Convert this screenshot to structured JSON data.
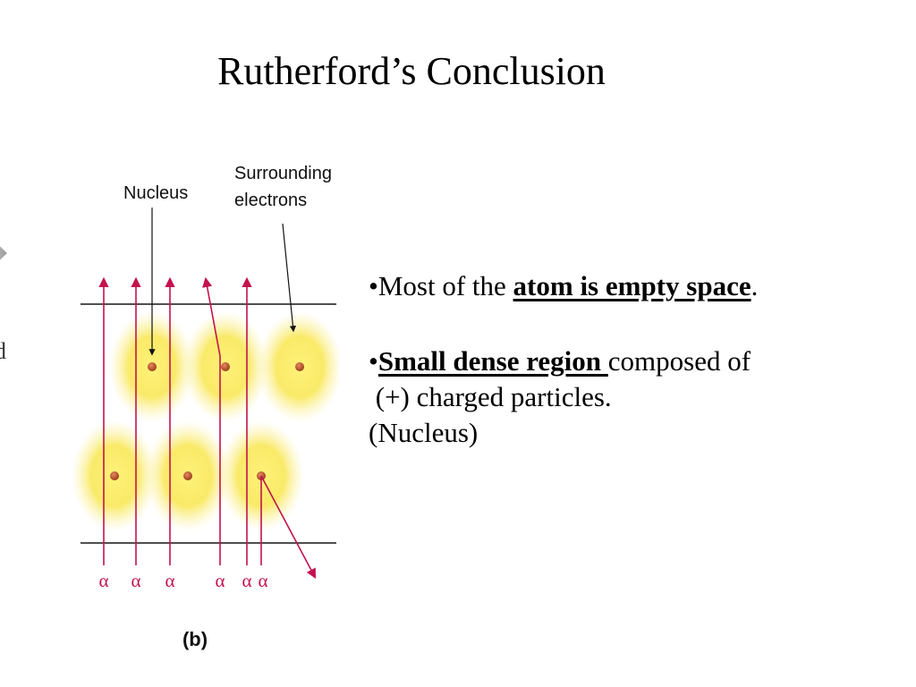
{
  "slide": {
    "title": "Rutherford’s Conclusion",
    "edge_fragment_text": "d"
  },
  "diagram": {
    "labels": {
      "nucleus": "Nucleus",
      "surrounding_line1": "Surrounding",
      "surrounding_line2": "electrons",
      "caption": "(b)"
    },
    "alpha_symbol": "α",
    "alpha_particle_count": 6,
    "atom_count": 6,
    "colors": {
      "alpha_track": "#c4124e",
      "nucleus": "#b5502b",
      "electron_cloud": "#f6e24a",
      "foil_line": "#505050"
    }
  },
  "bullets": {
    "b1_prefix": "•Most of the ",
    "b1_emph": "atom is empty space",
    "b1_suffix": ".",
    "b2_prefix": "•",
    "b2_emph": "Small dense region ",
    "b2_suffix": "composed of",
    "b2_line2": " (+) charged particles.",
    "b2_line3": "(Nucleus)"
  }
}
